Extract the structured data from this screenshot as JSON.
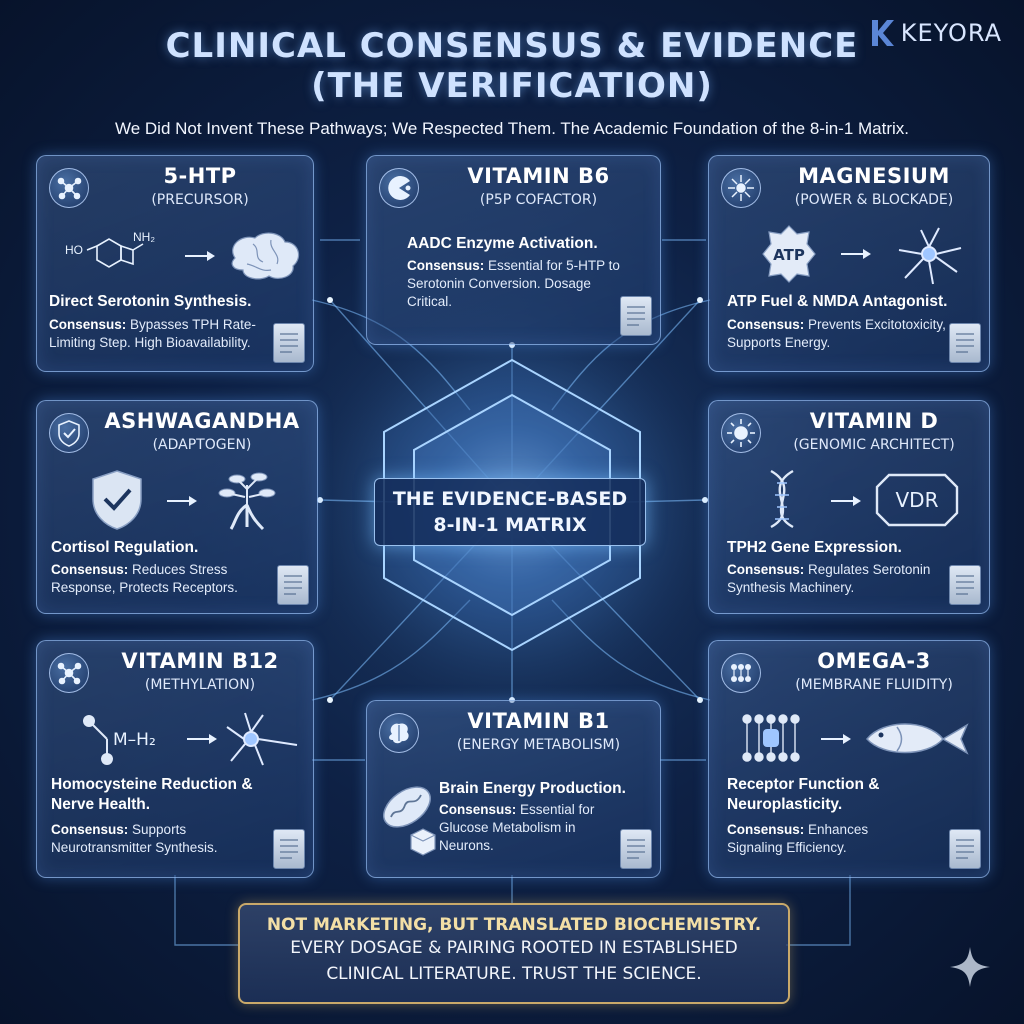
{
  "brand": {
    "name": "KEYORA"
  },
  "header": {
    "title_line1": "CLINICAL CONSENSUS & EVIDENCE",
    "title_line2": "(THE VERIFICATION)",
    "subtitle": "We Did Not Invent These Pathways; We Respected Them. The Academic Foundation of the 8-in-1 Matrix."
  },
  "center": {
    "line1": "THE EVIDENCE-BASED",
    "line2": "8-IN-1 MATRIX"
  },
  "cards": {
    "htp": {
      "icon": "molecule-icon",
      "title": "5-HTP",
      "role": "(PRECURSOR)",
      "diagram": {
        "label_left_top": "NH₂",
        "label_left": "HO",
        "target": "brain-icon"
      },
      "headline": "Direct Serotonin Synthesis.",
      "consensus_label": "Consensus:",
      "consensus_text": "Bypasses TPH Rate-Limiting Step. High Bioavailability."
    },
    "b6": {
      "icon": "pacman-cofactor-icon",
      "title": "VITAMIN B6",
      "role": "(P5P COFACTOR)",
      "headline": "AADC Enzyme Activation.",
      "consensus_label": "Consensus:",
      "consensus_text": "Essential for 5-HTP to Serotonin Conversion. Dosage Critical."
    },
    "magnesium": {
      "icon": "atom-icon",
      "title": "MAGNESIUM",
      "role": "(POWER & BLOCKADE)",
      "diagram": {
        "badge": "ATP",
        "target": "neuron-icon"
      },
      "headline": "ATP Fuel & NMDA Antagonist.",
      "consensus_label": "Consensus:",
      "consensus_text": "Prevents Excitotoxicity, Supports Energy."
    },
    "ashwagandha": {
      "icon": "shield-icon",
      "title": "ASHWAGANDHA",
      "role": "(ADAPTOGEN)",
      "diagram": {
        "source": "shield-check-icon",
        "target": "root-plant-icon"
      },
      "headline": "Cortisol Regulation.",
      "consensus_label": "Consensus:",
      "consensus_text": "Reduces Stress Response, Protects Receptors."
    },
    "vitamin_d": {
      "icon": "sun-icon",
      "title": "VITAMIN D",
      "role": "(GENOMIC ARCHITECT)",
      "diagram": {
        "source": "dna-icon",
        "badge": "VDR"
      },
      "headline": "TPH2 Gene Expression.",
      "consensus_label": "Consensus:",
      "consensus_text": "Regulates Serotonin Synthesis Machinery."
    },
    "b12": {
      "icon": "molecule-icon",
      "title": "VITAMIN B12",
      "role": "(METHYLATION)",
      "diagram": {
        "formula": "M–H₂",
        "target": "neuron-icon"
      },
      "headline": "Homocysteine Reduction & Nerve Health.",
      "consensus_label": "Consensus:",
      "consensus_text": "Supports Neurotransmitter Synthesis."
    },
    "b1": {
      "icon": "brain-icon",
      "title": "VITAMIN B1",
      "role": "(ENERGY METABOLISM)",
      "diagram": {
        "source": "mitochondria-icon"
      },
      "headline": "Brain Energy Production.",
      "consensus_label": "Consensus:",
      "consensus_text": "Essential for Glucose Metabolism in Neurons."
    },
    "omega3": {
      "icon": "cell-membrane-icon",
      "title": "OMEGA-3",
      "role": "(MEMBRANE FLUIDITY)",
      "diagram": {
        "source": "lipid-bilayer-icon",
        "target": "fish-icon"
      },
      "headline": "Receptor Function & Neuroplasticity.",
      "consensus_label": "Consensus:",
      "consensus_text": "Enhances Signaling Efficiency."
    }
  },
  "footer": {
    "lead": "NOT MARKETING, BUT TRANSLATED BIOCHEMISTRY.",
    "line1": "EVERY DOSAGE & PAIRING ROOTED IN ESTABLISHED",
    "line2": "CLINICAL LITERATURE. TRUST THE SCIENCE."
  },
  "colors": {
    "accent": "#7fc0ff",
    "gold": "#c9a96a",
    "background": "#0e2145"
  }
}
